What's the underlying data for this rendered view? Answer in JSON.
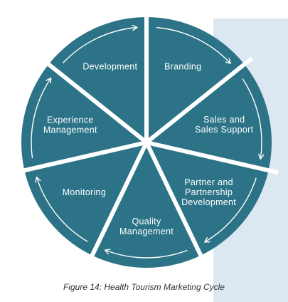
{
  "diagram": {
    "segments": [
      {
        "label_lines": [
          "Branding"
        ]
      },
      {
        "label_lines": [
          "Sales and",
          "Sales Support"
        ]
      },
      {
        "label_lines": [
          "Partner and",
          "Partnership",
          "Development"
        ]
      },
      {
        "label_lines": [
          "Quality",
          "Management"
        ]
      },
      {
        "label_lines": [
          "Monitoring"
        ]
      },
      {
        "label_lines": [
          "Experience",
          "Management"
        ]
      },
      {
        "label_lines": [
          "Development"
        ]
      }
    ],
    "colors": {
      "segment_fill": "#2c7387",
      "divider": "#ffffff",
      "arrow": "#ffffff",
      "backdrop": "#dbe8f2",
      "caption_text": "#333333"
    }
  },
  "caption": "Figure 14: Health Tourism Marketing Cycle"
}
